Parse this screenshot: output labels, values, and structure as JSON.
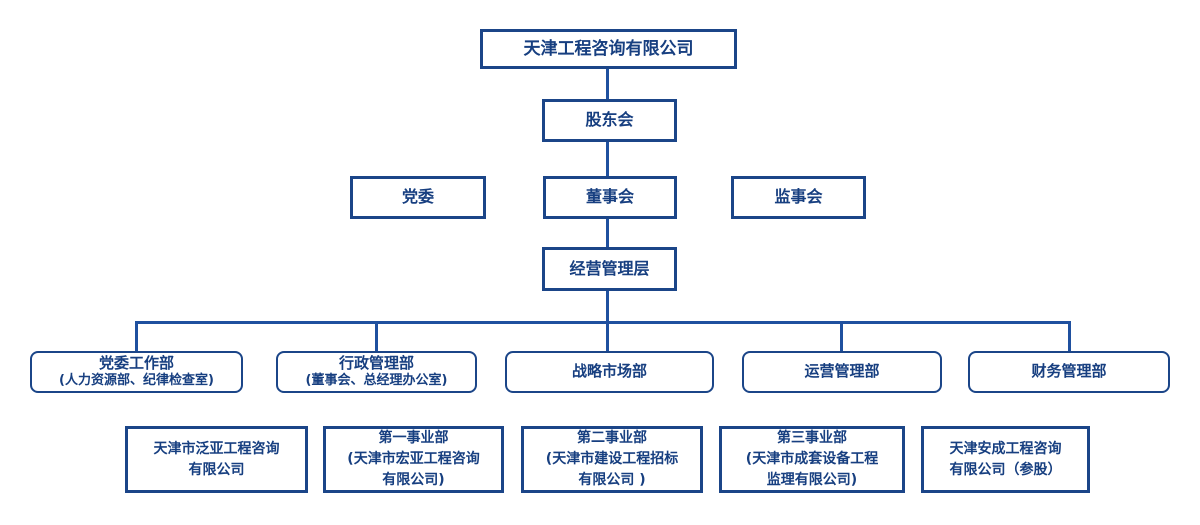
{
  "org": {
    "root": {
      "label": "天津工程咨询有限公司"
    },
    "shareholders": {
      "label": "股东会"
    },
    "party_committee": {
      "label": "党委"
    },
    "board": {
      "label": "董事会"
    },
    "supervisory_board": {
      "label": "监事会"
    },
    "management": {
      "label": "经营管理层"
    },
    "departments": [
      {
        "line1": "党委工作部",
        "line2": "(人力资源部、纪律检查室)"
      },
      {
        "line1": "行政管理部",
        "line2": "(董事会、总经理办公室)"
      },
      {
        "line1": "战略市场部",
        "line2": ""
      },
      {
        "line1": "运营管理部",
        "line2": ""
      },
      {
        "line1": "财务管理部",
        "line2": ""
      }
    ],
    "subsidiaries": [
      {
        "line1": "天津市泛亚工程咨询",
        "line2": "有限公司",
        "line3": ""
      },
      {
        "line1": "第一事业部",
        "line2": "(天津市宏亚工程咨询",
        "line3": "有限公司)"
      },
      {
        "line1": "第二事业部",
        "line2": "(天津市建设工程招标",
        "line3": "有限公司 )"
      },
      {
        "line1": "第三事业部",
        "line2": "(天津市成套设备工程",
        "line3": "监理有限公司)"
      },
      {
        "line1": "天津安成工程咨询",
        "line2": "有限公司（参股）",
        "line3": ""
      }
    ]
  },
  "colors": {
    "box_border": "#1B4588",
    "text": "#173F80",
    "connector": "#1F509F",
    "background": "#FFFFFF"
  }
}
